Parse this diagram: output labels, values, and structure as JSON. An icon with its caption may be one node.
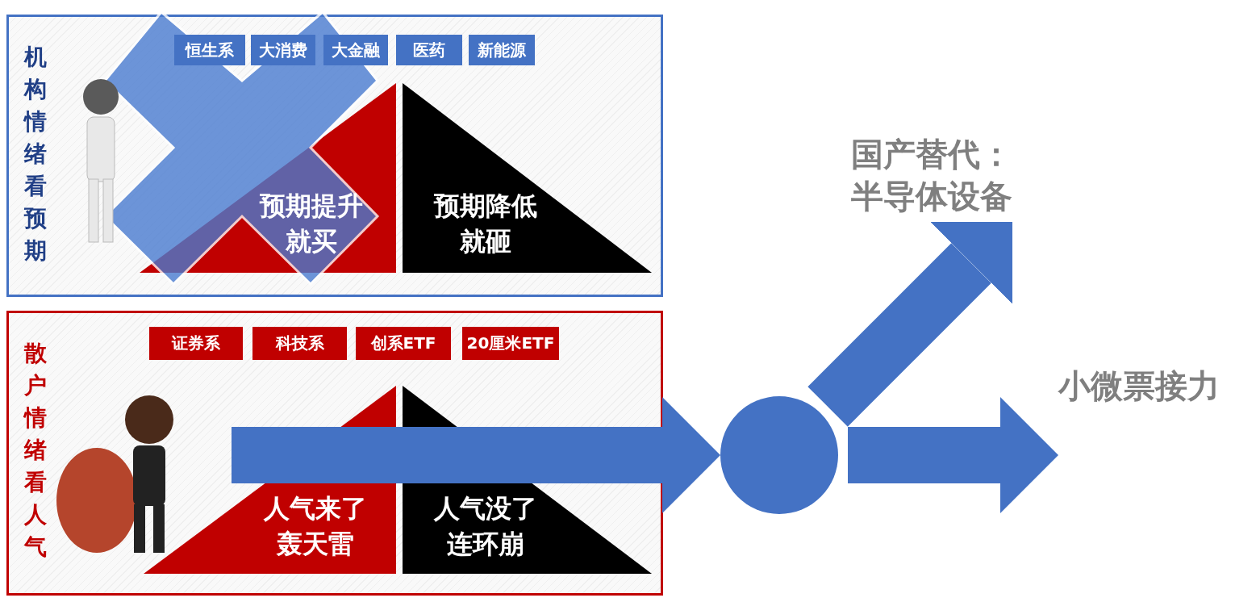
{
  "diagram": {
    "nodes": [
      {
        "text": [
          "机构情绪看预期"
        ]
      },
      {
        "text": [
          "恒生系"
        ],
        "in": 0
      },
      {
        "text": [
          "大消费"
        ],
        "in": 0
      },
      {
        "text": [
          "大金融"
        ],
        "in": 0
      },
      {
        "text": [
          "医药"
        ],
        "in": 0
      },
      {
        "text": [
          "新能源"
        ],
        "in": 0
      },
      {
        "text": [
          "预期提升就买"
        ],
        "in": 0
      },
      {
        "text": [
          "预期降低就砸"
        ],
        "in": 0
      },
      {
        "text": [
          "散户情绪看人气"
        ]
      },
      {
        "text": [
          "证券系"
        ],
        "in": 8
      },
      {
        "text": [
          "科技系"
        ],
        "in": 8
      },
      {
        "text": [
          "创系ETF"
        ],
        "in": 8
      },
      {
        "text": [
          "20厘米ETF"
        ],
        "in": 8
      },
      {
        "text": [
          "人气来了轰天雷"
        ],
        "in": 8
      },
      {
        "text": [
          "人气没了连环崩"
        ],
        "in": 8
      },
      {
        "text": [],
        "shape": "circle"
      },
      {
        "text": [
          "国产替代：半导体设备"
        ]
      },
      {
        "text": [
          "小微票接力"
        ]
      }
    ],
    "edges": [
      {
        "from": null,
        "to": 15,
        "arrow": "to"
      },
      {
        "from": 15,
        "to": 16,
        "arrow": "to"
      },
      {
        "from": 15,
        "to": 17,
        "arrow": "to"
      }
    ]
  }
}
